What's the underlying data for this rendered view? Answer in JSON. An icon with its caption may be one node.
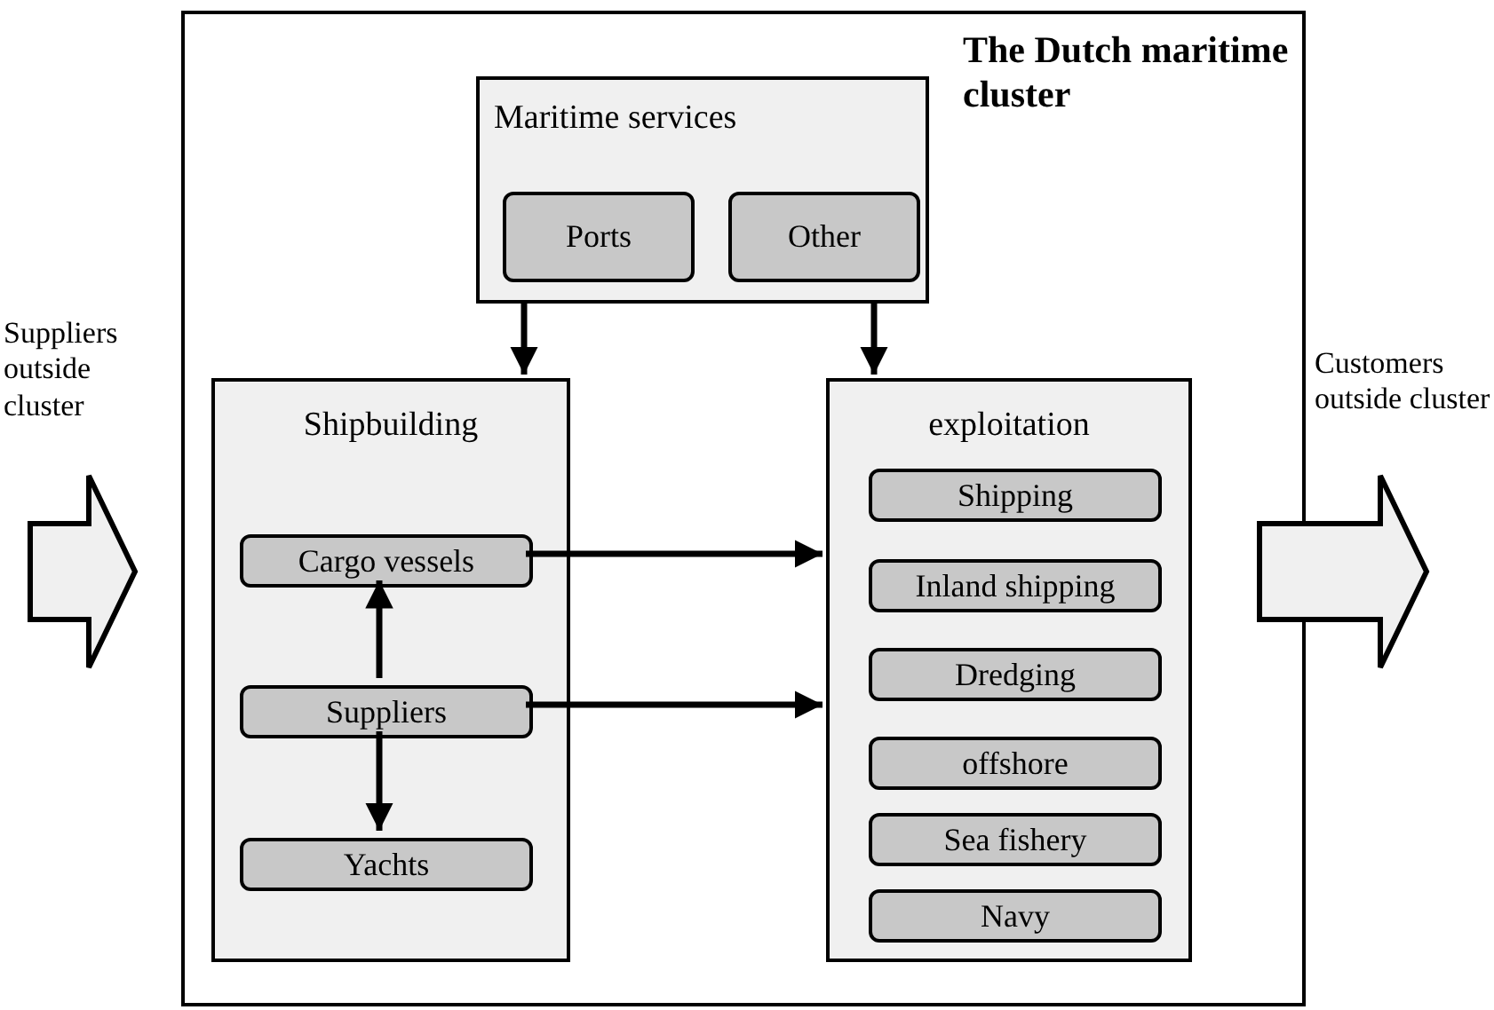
{
  "diagram": {
    "nodes": [
      {
        "text": [
          "Suppliers outside cluster"
        ]
      },
      {
        "text": [
          "The Dutch maritime cluster"
        ]
      },
      {
        "text": [
          "Maritime services"
        ],
        "in": 1
      },
      {
        "text": [
          "Ports"
        ],
        "in": 2
      },
      {
        "text": [
          "Other"
        ],
        "in": 2
      },
      {
        "text": [
          "Shipbuilding"
        ],
        "in": 1
      },
      {
        "text": [
          "Cargo vessels"
        ],
        "in": 5
      },
      {
        "text": [
          "Suppliers"
        ],
        "in": 5
      },
      {
        "text": [
          "Yachts"
        ],
        "in": 5
      },
      {
        "text": [
          "exploitation"
        ],
        "in": 1
      },
      {
        "text": [
          "Shipping"
        ],
        "in": 9
      },
      {
        "text": [
          "Inland shipping"
        ],
        "in": 9
      },
      {
        "text": [
          "Dredging"
        ],
        "in": 9
      },
      {
        "text": [
          "offshore"
        ],
        "in": 9
      },
      {
        "text": [
          "Sea fishery"
        ],
        "in": 9
      },
      {
        "text": [
          "Navy"
        ],
        "in": 9
      },
      {
        "text": [
          "Customers outside cluster"
        ]
      }
    ],
    "edges": [
      {
        "from": 0,
        "to": 1,
        "arrow": "to",
        "style": "thick"
      },
      {
        "from": 1,
        "to": 16,
        "arrow": "to",
        "style": "thick"
      },
      {
        "from": 2,
        "to": 5,
        "arrow": "to"
      },
      {
        "from": 2,
        "to": 9,
        "arrow": "to"
      },
      {
        "from": 6,
        "to": 9,
        "arrow": "to"
      },
      {
        "from": 7,
        "to": 9,
        "arrow": "to"
      },
      {
        "from": 7,
        "to": 6,
        "arrow": "to"
      },
      {
        "from": 7,
        "to": 8,
        "arrow": "to"
      }
    ]
  }
}
